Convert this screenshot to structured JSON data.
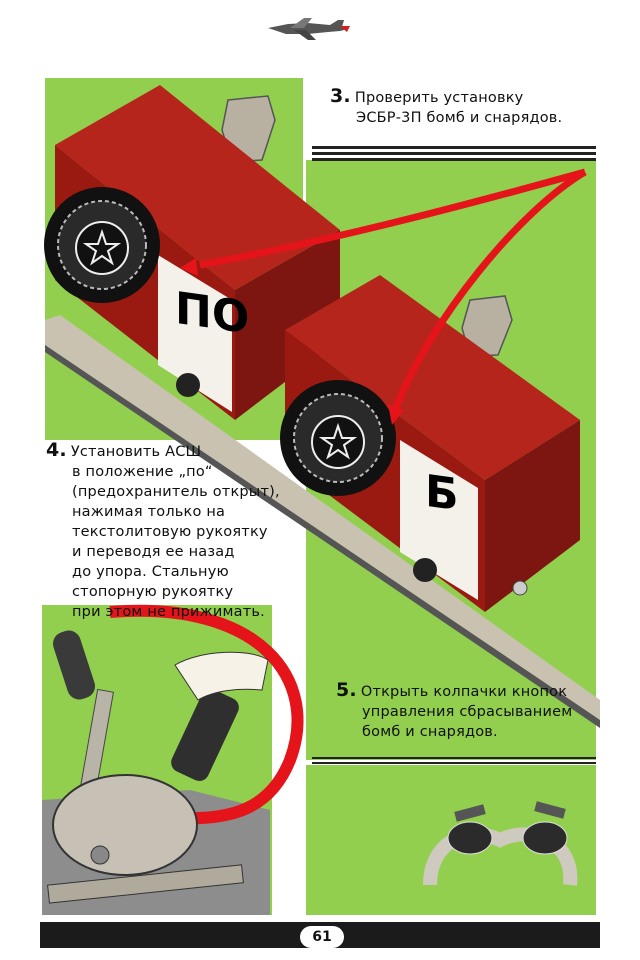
{
  "steps": [
    {
      "number": "3.",
      "lines": [
        "Проверить установку",
        "ЭСБР-3П бомб и снарядов."
      ]
    },
    {
      "number": "4.",
      "lines": [
        "Установить АСШ",
        "в положение „по“",
        "(предохранитель открыт),",
        "нажимая только на",
        "текстолитовую рукоятку",
        "и переводя ее назад",
        "до упора. Стальную",
        "стопорную рукоятку",
        "при этом не прижимать."
      ]
    },
    {
      "number": "5.",
      "lines": [
        "Открыть колпачки кнопок",
        "управления сбрасыванием",
        "бомб и снарядов."
      ]
    }
  ],
  "device_labels": {
    "left": "ПО",
    "right": "Б"
  },
  "page_number": "61",
  "colors": {
    "green": "#92cf4f",
    "red_box": "#a31a12",
    "arrow_red": "#e4141a",
    "dark": "#1a1a1a"
  }
}
